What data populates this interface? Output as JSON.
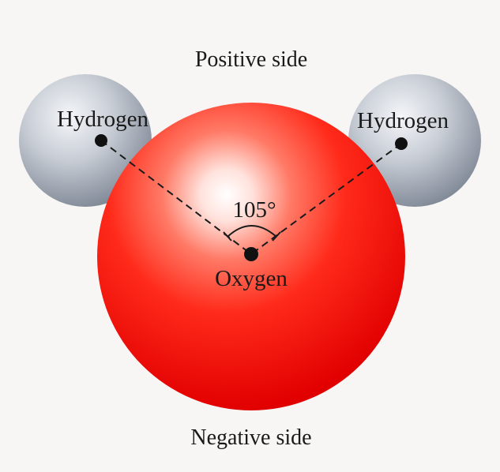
{
  "diagram": {
    "top_label": "Positive side",
    "bottom_label": "Negative side",
    "hydrogen_left_label": "Hydrogen",
    "hydrogen_right_label": "Hydrogen",
    "oxygen_label": "Oxygen",
    "angle_label": "105°",
    "colors": {
      "background": "#f7f6f4",
      "oxygen_core": "#ffffff",
      "oxygen_mid": "#ff3b2e",
      "oxygen_edge": "#e60000",
      "hydrogen_light": "#eef1f5",
      "hydrogen_dark": "#8f98a6",
      "line": "#1a1a1a"
    }
  }
}
